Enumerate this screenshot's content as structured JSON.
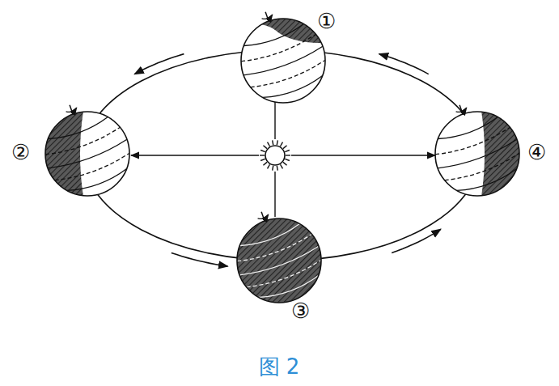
{
  "diagram": {
    "caption": "图 2",
    "labels": [
      "①",
      "②",
      "③",
      "④"
    ]
  }
}
